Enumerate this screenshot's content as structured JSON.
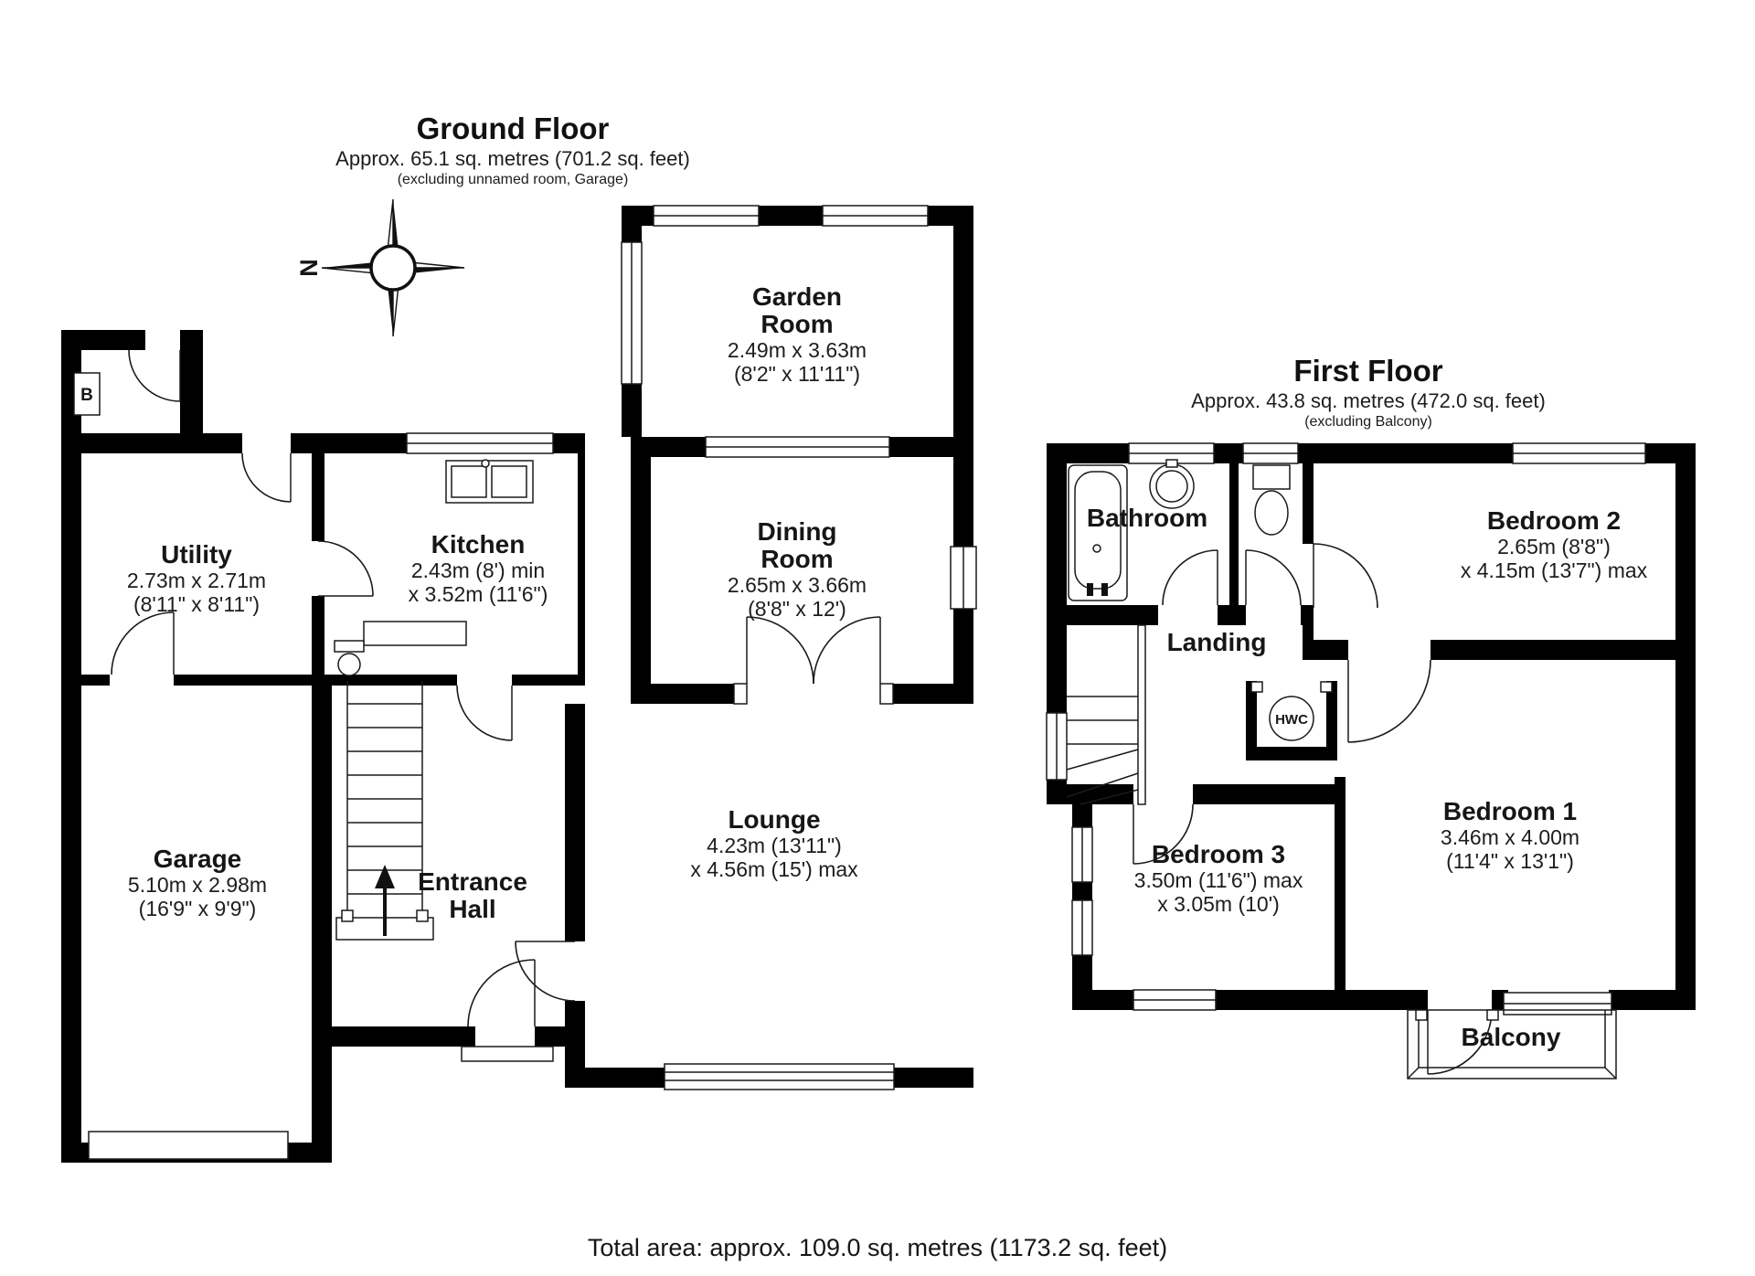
{
  "compass": {
    "north_label": "N"
  },
  "ground_floor": {
    "title": "Ground Floor",
    "area_line": "Approx. 65.1 sq. metres (701.2 sq. feet)",
    "exclusion_line": "(excluding unnamed room, Garage)",
    "rooms": {
      "garden_room": {
        "name": "Garden\nRoom",
        "metric": "2.49m x 3.63m",
        "imperial": "(8'2\" x 11'11\")"
      },
      "dining_room": {
        "name": "Dining\nRoom",
        "metric": "2.65m x 3.66m",
        "imperial": "(8'8\" x 12')"
      },
      "kitchen": {
        "name": "Kitchen",
        "metric": "2.43m (8') min",
        "imperial": "x 3.52m (11'6\")"
      },
      "utility": {
        "name": "Utility",
        "metric": "2.73m x 2.71m",
        "imperial": "(8'11\" x 8'11\")"
      },
      "garage": {
        "name": "Garage",
        "metric": "5.10m x 2.98m",
        "imperial": "(16'9\" x 9'9\")"
      },
      "lounge": {
        "name": "Lounge",
        "metric": "4.23m (13'11\")",
        "imperial": "x 4.56m (15') max"
      },
      "entrance_hall": {
        "name": "Entrance\nHall"
      },
      "boiler_label": "B"
    }
  },
  "first_floor": {
    "title": "First Floor",
    "area_line": "Approx. 43.8 sq. metres (472.0 sq. feet)",
    "exclusion_line": "(excluding Balcony)",
    "rooms": {
      "bathroom": {
        "name": "Bathroom"
      },
      "landing": {
        "name": "Landing"
      },
      "bedroom_1": {
        "name": "Bedroom 1",
        "metric": "3.46m x 4.00m",
        "imperial": "(11'4\" x 13'1\")"
      },
      "bedroom_2": {
        "name": "Bedroom 2",
        "metric": "2.65m (8'8\")",
        "imperial": "x 4.15m (13'7\") max"
      },
      "bedroom_3": {
        "name": "Bedroom 3",
        "metric": "3.50m (11'6\") max",
        "imperial": "x 3.05m (10')"
      },
      "balcony": {
        "name": "Balcony"
      },
      "hwc_label": "HWC"
    }
  },
  "footer": {
    "total_area": "Total area: approx. 109.0 sq. metres (1173.2 sq. feet)"
  }
}
